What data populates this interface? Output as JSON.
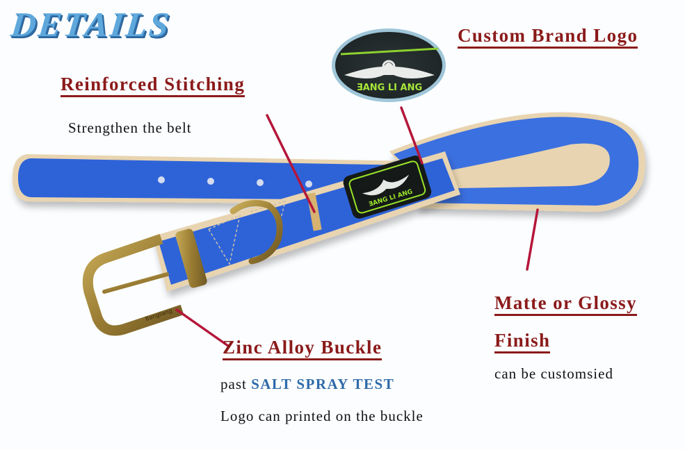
{
  "page": {
    "title": "DETAILS",
    "colors": {
      "title_blue": "#5fa8dc",
      "heading_red": "#8b1a1a",
      "callout_line": "#b5163a",
      "belt_blue": "#2f63d8",
      "belt_trim": "#e8d4b0",
      "brass": "#a78a3c",
      "highlight_blue": "#2e6aa8"
    }
  },
  "callouts": {
    "stitching": {
      "heading": "Reinforced Stitching",
      "text": "Strengthen the belt"
    },
    "logo": {
      "heading": "Custom Brand Logo"
    },
    "finish": {
      "heading_line1": "Matte or Glossy",
      "heading_line2": "Finish",
      "text": "can be customsied"
    },
    "buckle": {
      "heading": "Zinc Alloy Buckle",
      "text_prefix": "past ",
      "text_highlight": "SALT SPRAY TEST",
      "text2": "Logo can printed on the buckle"
    }
  },
  "product": {
    "patch_brand": "ƎANG LI ANG",
    "buckle_engraving": "Bangliang",
    "icons": [
      "collar-illustration",
      "brand-patch",
      "zoom-loupe",
      "buckle",
      "d-ring"
    ]
  }
}
